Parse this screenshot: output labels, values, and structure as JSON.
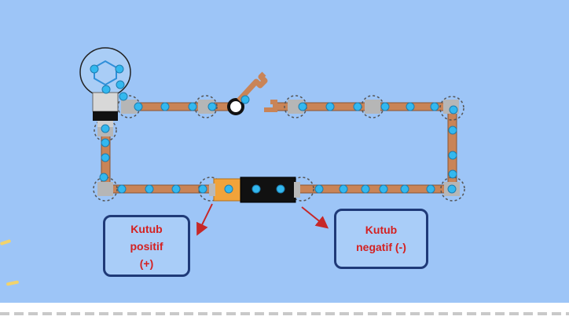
{
  "labels": {
    "positive": {
      "line1": "Kutub",
      "line2": "positif",
      "line3": "(+)"
    },
    "negative": {
      "line1": "Kutub",
      "line2": "negatif (-)"
    }
  },
  "colors": {
    "background": "#9dc5f7",
    "wire": "#c98457",
    "electron": "#33b8ef",
    "label_text": "#d42121",
    "label_border": "#1f3a78",
    "arrow": "#c62828"
  },
  "icons": [
    "light-bulb-icon",
    "open-switch-icon",
    "battery-icon",
    "electron-icon",
    "arrow-icon"
  ]
}
